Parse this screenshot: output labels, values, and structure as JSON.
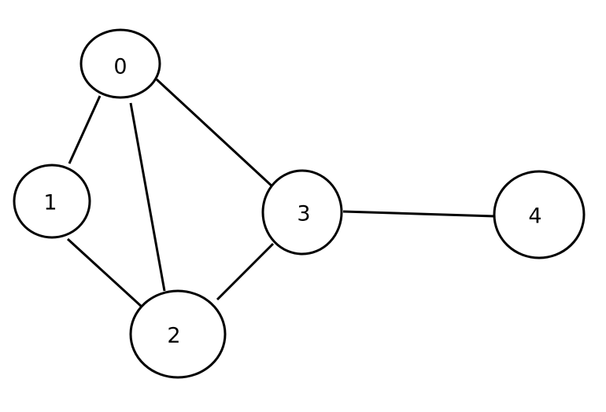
{
  "graph": {
    "colors": {
      "stroke": "#000000",
      "fill": "#ffffff",
      "background": "#ffffff"
    },
    "nodes": [
      {
        "id": "0",
        "label": "0"
      },
      {
        "id": "1",
        "label": "1"
      },
      {
        "id": "2",
        "label": "2"
      },
      {
        "id": "3",
        "label": "3"
      },
      {
        "id": "4",
        "label": "4"
      }
    ],
    "edges": [
      {
        "from": "0",
        "to": "1"
      },
      {
        "from": "0",
        "to": "2"
      },
      {
        "from": "0",
        "to": "3"
      },
      {
        "from": "1",
        "to": "2"
      },
      {
        "from": "2",
        "to": "3"
      },
      {
        "from": "3",
        "to": "4"
      }
    ]
  }
}
